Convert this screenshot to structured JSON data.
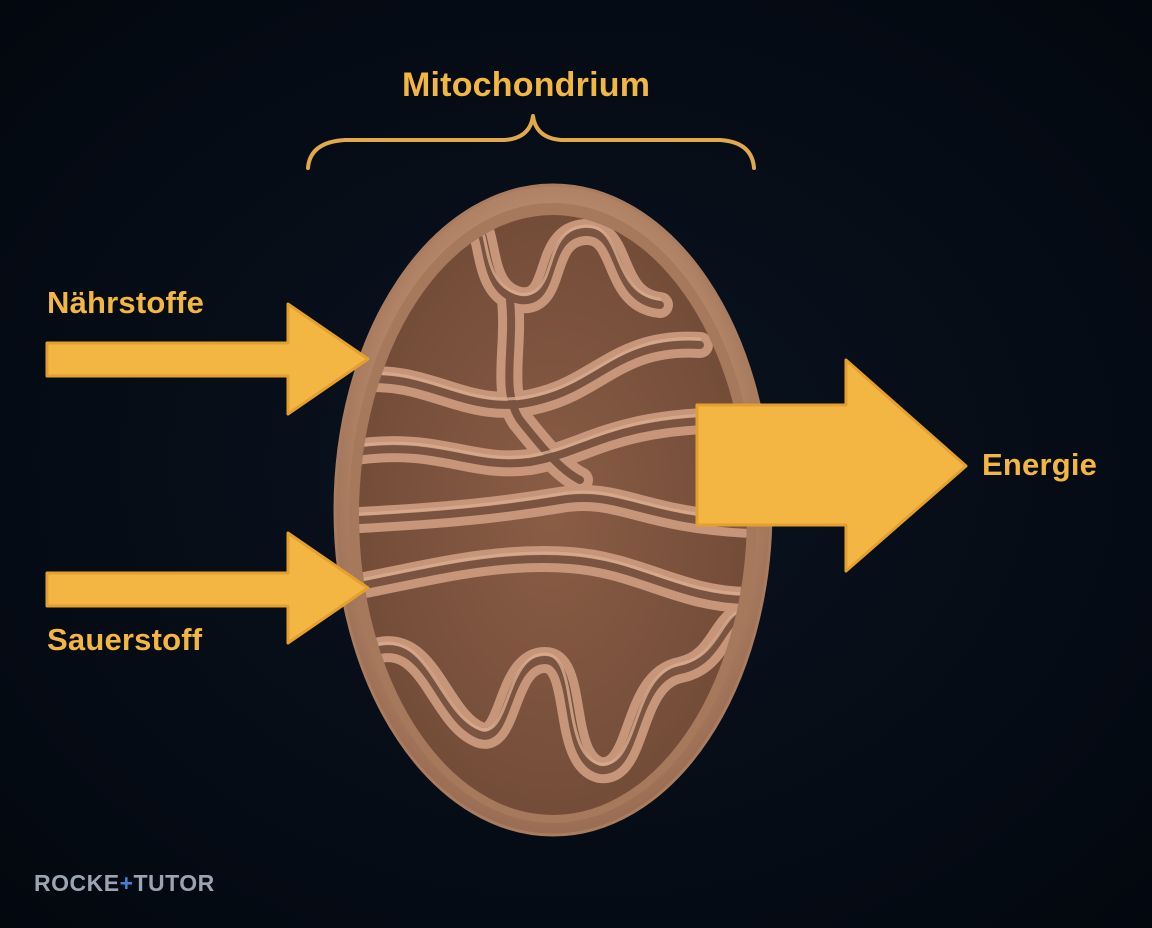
{
  "diagram": {
    "title": "Mitochondrium",
    "inputs": [
      {
        "label": "Nährstoffe"
      },
      {
        "label": "Sauerstoff"
      }
    ],
    "output": {
      "label": "Energie"
    }
  },
  "brand": {
    "part1": "ROCKE",
    "plus": "+",
    "part2": "TUTOR"
  },
  "colors": {
    "background": "#050b14",
    "accent": "#f4b643",
    "arrow_outline": "#e4a02e",
    "membrane": "#b7896a",
    "membrane_dark": "#7a5440",
    "brand_text": "#9aa4b2",
    "brand_plus": "#3f83d6"
  }
}
